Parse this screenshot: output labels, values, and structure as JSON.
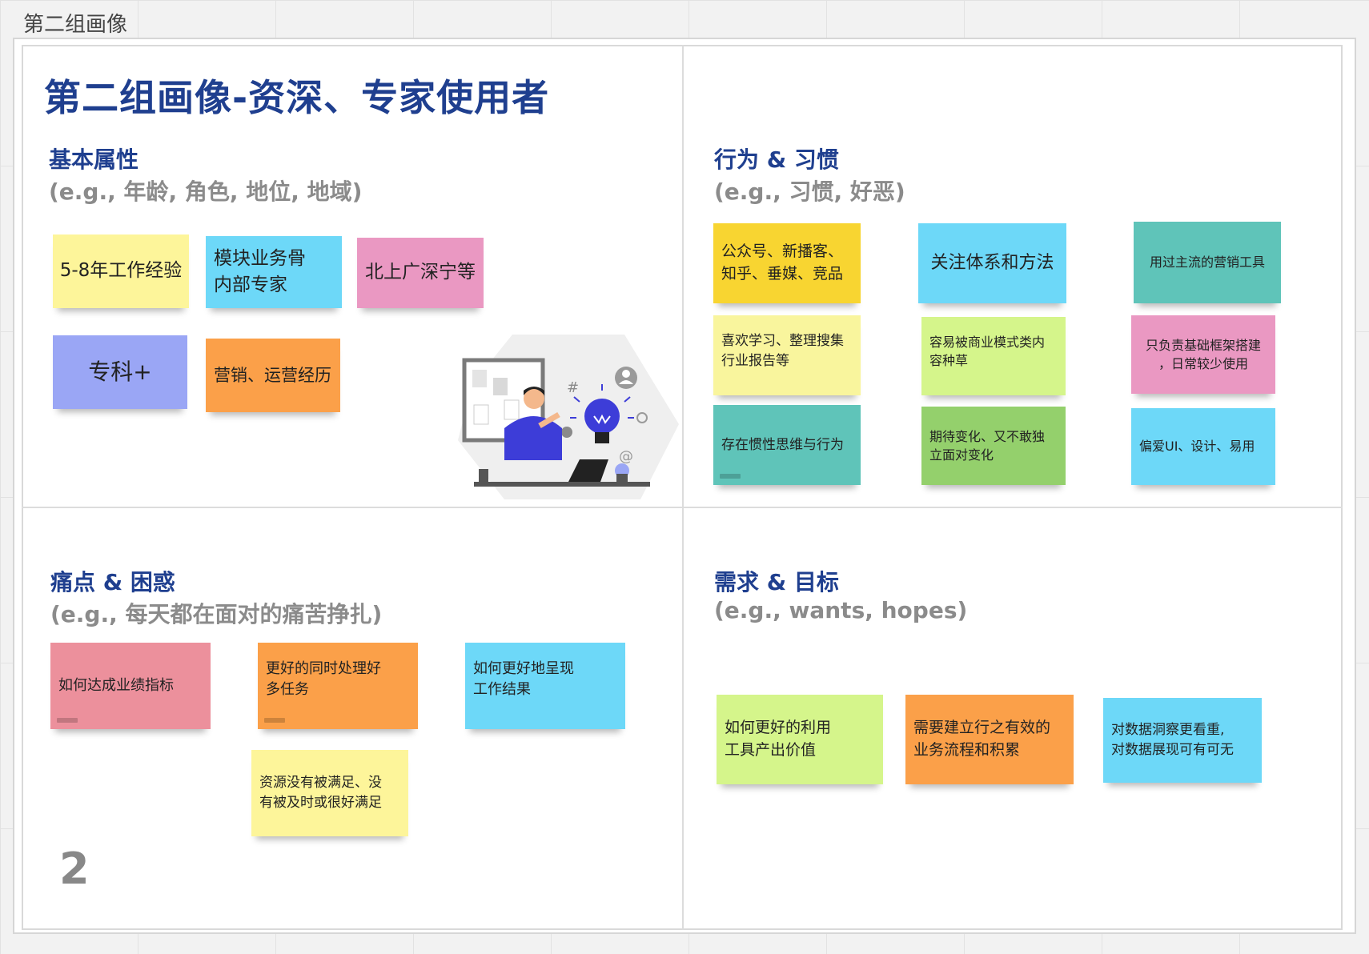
{
  "frame": {
    "label": "第二组画像"
  },
  "title": "第二组画像-资深、专家使用者",
  "page_number": "2",
  "colors": {
    "title": "#1f3f8f",
    "subtitle": "#8b8b8b",
    "yellow": "#fdf59a",
    "light_blue": "#6dd8f8",
    "pink": "#ea98c2",
    "purple": "#9aa6f5",
    "orange": "#fba049",
    "gold": "#f8d531",
    "teal": "#5fc4b9",
    "light_yellow": "#f9f59d",
    "lime": "#d5f58b",
    "green": "#94d06c",
    "rose": "#ec909c"
  },
  "sections": {
    "basic": {
      "title": "基本属性",
      "subtitle": "(e.g., 年龄, 角色, 地位, 地域)",
      "notes": [
        "5-8年工作经验",
        "模块业务骨\n内部专家",
        "北上广深宁等",
        "专科+",
        "营销、运营经历"
      ]
    },
    "behavior": {
      "title": "行为 & 习惯",
      "subtitle": "(e.g., 习惯, 好恶)",
      "notes": [
        "公众号、新播客、\n知乎、垂媒、竞品",
        "关注体系和方法",
        "用过主流的营销工具",
        "喜欢学习、整理搜集\n行业报告等",
        "容易被商业模式类内\n容种草",
        "只负责基础框架搭建\n，日常较少使用",
        "存在惯性思维与行为",
        "期待变化、又不敢独\n立面对变化",
        "偏爱UI、设计、易用"
      ]
    },
    "pain": {
      "title": "痛点 & 困惑",
      "subtitle": "(e.g., 每天都在面对的痛苦挣扎)",
      "notes": [
        "如何达成业绩指标",
        "更好的同时处理好\n多任务",
        "如何更好地呈现\n工作结果",
        "资源没有被满足、没\n有被及时或很好满足"
      ]
    },
    "needs": {
      "title": "需求 & 目标",
      "subtitle": "(e.g., wants, hopes)",
      "notes": [
        "如何更好的利用\n工具产出价值",
        "需要建立行之有效的\n业务流程和积累",
        "对数据洞察更看重,\n对数据展现可有可无"
      ]
    }
  },
  "illustration": {
    "icon": "person-with-lightbulb-illustration",
    "glyph_hash": "#",
    "glyph_at": "@"
  }
}
